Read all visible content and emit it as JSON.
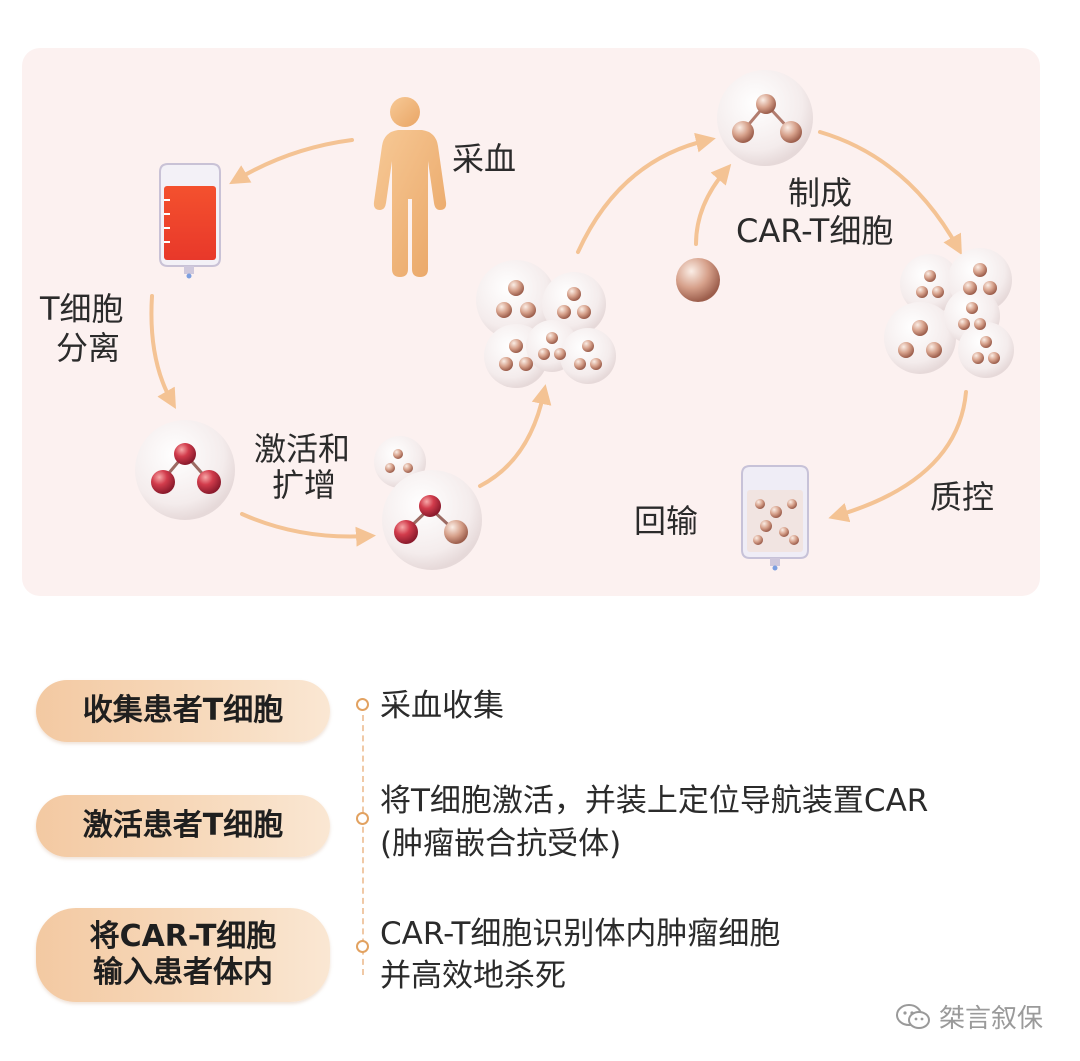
{
  "diagram": {
    "labels": {
      "blood_draw": "采血",
      "t_separation_1": "T细胞",
      "t_separation_2": "分离",
      "activation_1": "激活和",
      "activation_2": "扩增",
      "make_car_1": "制成",
      "make_car_2": "CAR-T细胞",
      "quality_control": "质控",
      "reinfusion": "回输"
    },
    "colors": {
      "arrow": "#f4c394",
      "blood_bag": "#f0402d",
      "body": "#f0b57c",
      "cell_red": "#c0304a",
      "cell_tan": "#d9a48c"
    }
  },
  "steps": [
    {
      "label_lines": [
        "收集患者T细胞"
      ],
      "description_lines": [
        "采血收集"
      ]
    },
    {
      "label_lines": [
        "激活患者T细胞"
      ],
      "description_lines": [
        "将T细胞激活，并装上定位导航装置CAR",
        "(肿瘤嵌合抗受体)"
      ]
    },
    {
      "label_lines": [
        "将CAR-T细胞",
        "输入患者体内"
      ],
      "description_lines": [
        "CAR-T细胞识别体内肿瘤细胞",
        "并高效地杀死"
      ]
    }
  ],
  "watermark": {
    "text": "桀言叙保",
    "icon": "wechat-icon"
  }
}
